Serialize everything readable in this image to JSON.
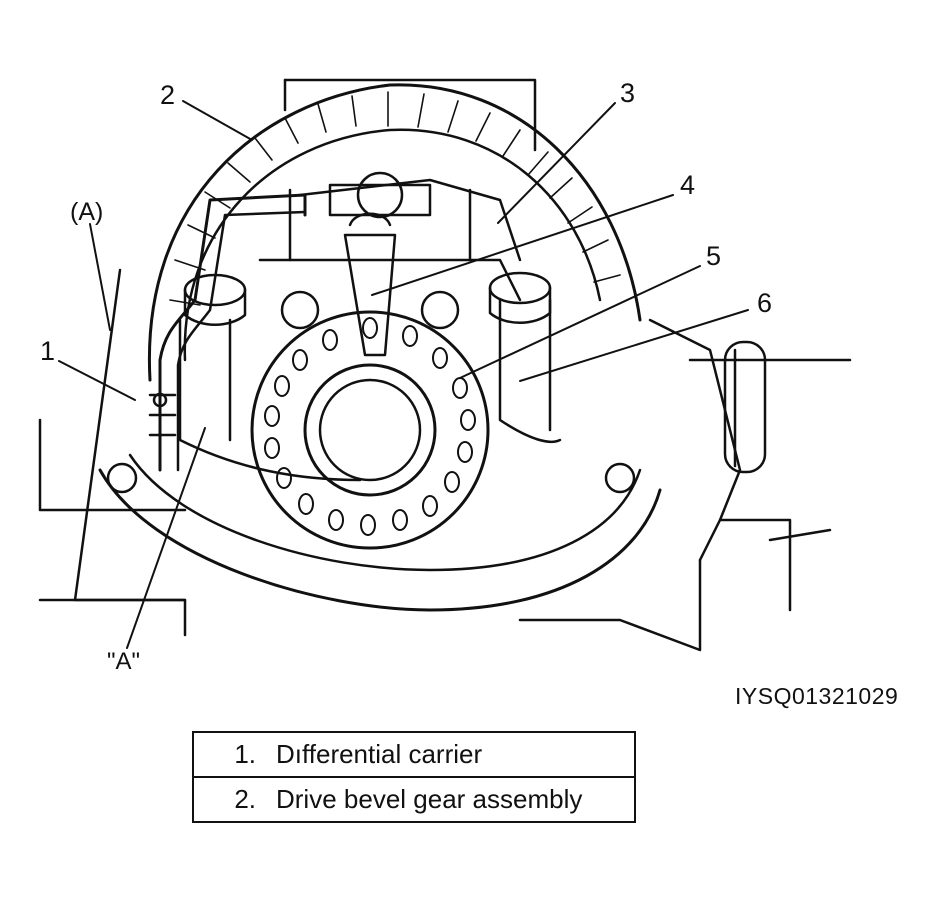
{
  "callouts": {
    "c1": "1",
    "c2": "2",
    "c3": "3",
    "c4": "4",
    "c5": "5",
    "c6": "6",
    "ca": "(A)",
    "cA": "\"A\""
  },
  "image_id": "IYSQ01321029",
  "legend": [
    {
      "num": "1.",
      "text": "Dıfferential carrier"
    },
    {
      "num": "2.",
      "text": "Drive bevel gear assembly"
    }
  ]
}
